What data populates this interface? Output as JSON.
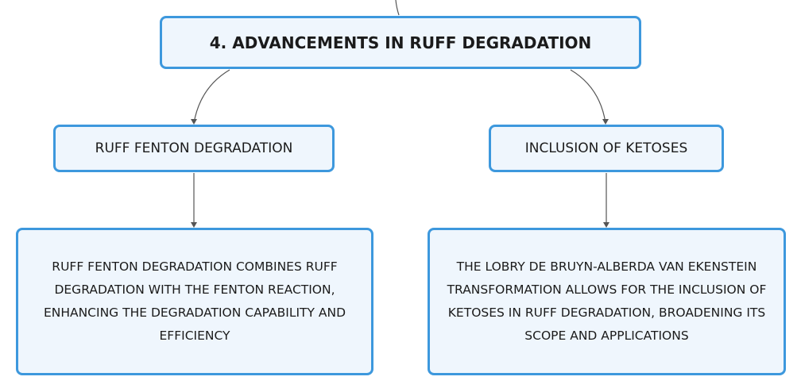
{
  "diagram": {
    "root": {
      "label": "4. ADVANCEMENTS IN RUFF DEGRADATION"
    },
    "left_branch": {
      "label": "RUFF FENTON DEGRADATION",
      "description": "RUFF FENTON DEGRADATION COMBINES RUFF DEGRADATION WITH THE FENTON REACTION, ENHANCING THE DEGRADATION CAPABILITY AND EFFICIENCY"
    },
    "right_branch": {
      "label": "INCLUSION OF KETOSES",
      "description": "THE LOBRY DE BRUYN-ALBERDA VAN EKENSTEIN TRANSFORMATION ALLOWS FOR THE INCLUSION OF KETOSES IN RUFF DEGRADATION, BROADENING ITS SCOPE AND APPLICATIONS"
    },
    "colors": {
      "node_border": "#3d98dd",
      "node_fill": "#eff6fd",
      "connector": "#555555",
      "text": "#1b1b1b"
    }
  }
}
